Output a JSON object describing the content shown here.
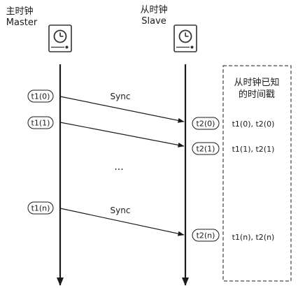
{
  "master": {
    "title": "主时钟",
    "subtitle": "Master",
    "icon": "clock-icon"
  },
  "slave": {
    "title": "从时钟",
    "subtitle": "Slave",
    "icon": "clock-icon"
  },
  "timestamps": {
    "t1_0": "t1(0)",
    "t1_1": "t1(1)",
    "t1_n": "t1(n)",
    "t2_0": "t2(0)",
    "t2_1": "t2(1)",
    "t2_n": "t2(n)"
  },
  "messages": {
    "sync_1": "Sync",
    "sync_2": "Sync",
    "ellipsis": "..."
  },
  "known_box": {
    "title_line1": "从时钟已知",
    "title_line2": "的时间戳",
    "row_0": "t1(0), t2(0)",
    "row_1": "t1(1), t2(1)",
    "row_n": "t1(n), t2(n)"
  }
}
